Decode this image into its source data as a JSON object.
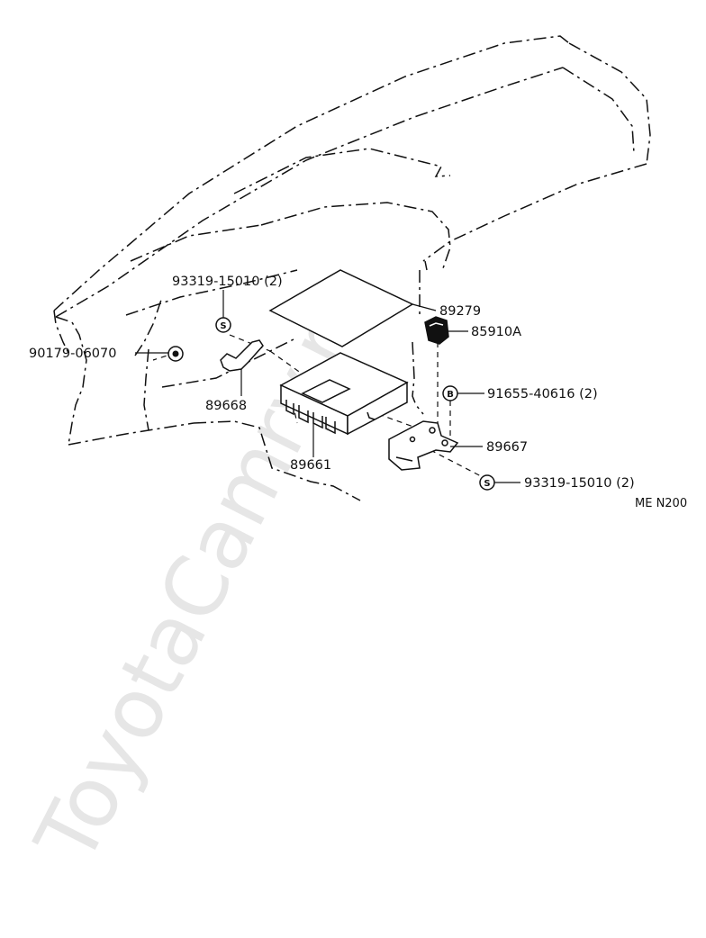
{
  "watermark": "ToyotaCamry.ru",
  "diagram_code": "ME N200",
  "labels": {
    "p93319_top": "93319-15010 (2)",
    "p89279": "89279",
    "p85910A": "85910A",
    "p90179": "90179-06070",
    "p89668": "89668",
    "p91655": "91655-40616 (2)",
    "p89661": "89661",
    "p89667": "89667",
    "p93319_bottom": "93319-15010 (2)"
  },
  "markers": {
    "screw": "S",
    "bolt": "B"
  }
}
